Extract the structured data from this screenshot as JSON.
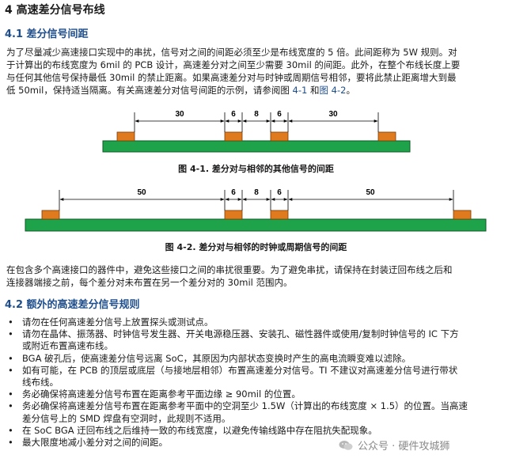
{
  "section_title": "4 高速差分信号布线",
  "s41": {
    "heading": "4.1 差分信号间距",
    "lines": [
      "为了尽量减少高速接口实现中的串扰，信号对之间的间距必须至少是布线宽度的 5 倍。此间距称为 5W 规则。对",
      "于计算出的布线宽度为 6mil 的 PCB 设计，高速差分对之间至少需要 30mil 的间距。此外，在整个布线长度上要",
      "与任何其他信号保持最低 30mil 的禁止距离。如果高速差分对与时钟或周期信号相邻，要将此禁止距离增大到最"
    ],
    "line4_text": "低 50mil，保持适当隔离。有关高速差分对信号间距的示例，请参阅图 ",
    "ref1": "4-1",
    "and_text": " 和",
    "ref2": "图 4-2",
    "line4_end": "。"
  },
  "fig1": {
    "caption": "图 4-1. 差分对与相邻的其他信号的间距",
    "dims": [
      "30",
      "6",
      "8",
      "6",
      "30"
    ]
  },
  "fig2": {
    "caption": "图 4-2. 差分对与相邻的时钟或周期信号的间距",
    "dims": [
      "50",
      "6",
      "8",
      "6",
      "50"
    ]
  },
  "para2": {
    "lines": [
      "在包含多个高速接口的器件中，避免这些接口之间的串扰很重要。为了避免串扰，请保持在封装迂回布线之后和",
      "连接器端接之前，每个差分对未布置在另一个差分对的 30mil 范围内。"
    ]
  },
  "s42": {
    "heading": "4.2 额外的高速差分信号规则",
    "bullet_char": "•",
    "items": [
      [
        "请勿在任何高速差分信号上放置探头或测试点。"
      ],
      [
        "请勿在晶体、振荡器、时钟信号发生器、开关电源稳压器、安装孔、磁性器件或使用/复制时钟信号的 IC 下方",
        "或附近布置高速布线。"
      ],
      [
        "BGA 破孔后，使高速差分信号远离 SoC，其原因为内部状态变换时产生的高电流瞬变难以滤除。"
      ],
      [
        "如有可能，在 PCB 的顶层或底层（与接地层相邻）布置高速差分对信号。TI 不建议对高速差分信号进行带状",
        "线布线。"
      ],
      [
        "务必确保将高速差分信号布置在距离参考平面边缘 ≥ 90mil 的位置。"
      ],
      [
        "务必确保将高速差分信号布置在距离参考平面中的空洞至少 1.5W（计算出的布线宽度 × 1.5）的位置。当高速",
        "差分信号上的 SMD 焊盘有空洞时，此规则不适用。"
      ],
      [
        "在 SoC BGA 迂回布线之后维持一致的布线宽度，以避免传输线路中存在阻抗失配现象。"
      ],
      [
        "最大限度地减小差分对之间的间距。"
      ]
    ]
  },
  "watermark": "公众号 · 硬件攻城狮",
  "colors": {
    "board_green": "#1fa34a",
    "trace_orange": "#e07a1e",
    "heading_blue": "#1f4e8c",
    "link_blue": "#1f4e8c"
  }
}
